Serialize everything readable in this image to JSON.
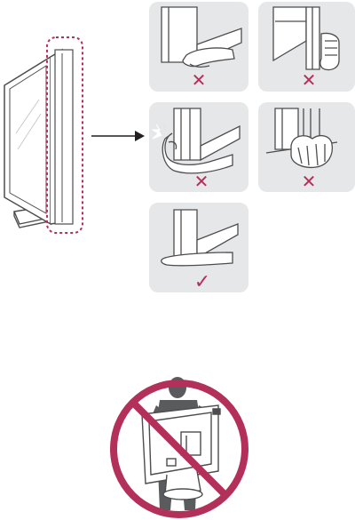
{
  "colors": {
    "panel_bg": "#e6e7e8",
    "line": "#4d4d4f",
    "skin": "#ffffff",
    "mark_wrong": "#b3305a",
    "mark_right": "#b3305a",
    "highlight_dash": "#b3305a",
    "prohibition": "#b3305a",
    "silhouette": "#5a5b5d"
  },
  "panels": [
    {
      "id": "hold-under-front-edge",
      "verdict": "wrong",
      "mark": "✕"
    },
    {
      "id": "grip-side-edge",
      "verdict": "wrong",
      "mark": "✕"
    },
    {
      "id": "hold-front-bezel",
      "verdict": "wrong",
      "mark": "✕"
    },
    {
      "id": "grip-bottom-corner",
      "verdict": "wrong",
      "mark": "✕"
    },
    {
      "id": "support-bottom-flat",
      "verdict": "right",
      "mark": "✓"
    }
  ],
  "icons": {
    "monitor": "monitor-side-view-icon",
    "arrow": "arrow-right-icon",
    "prohibition": "no-carry-single-person-icon"
  }
}
